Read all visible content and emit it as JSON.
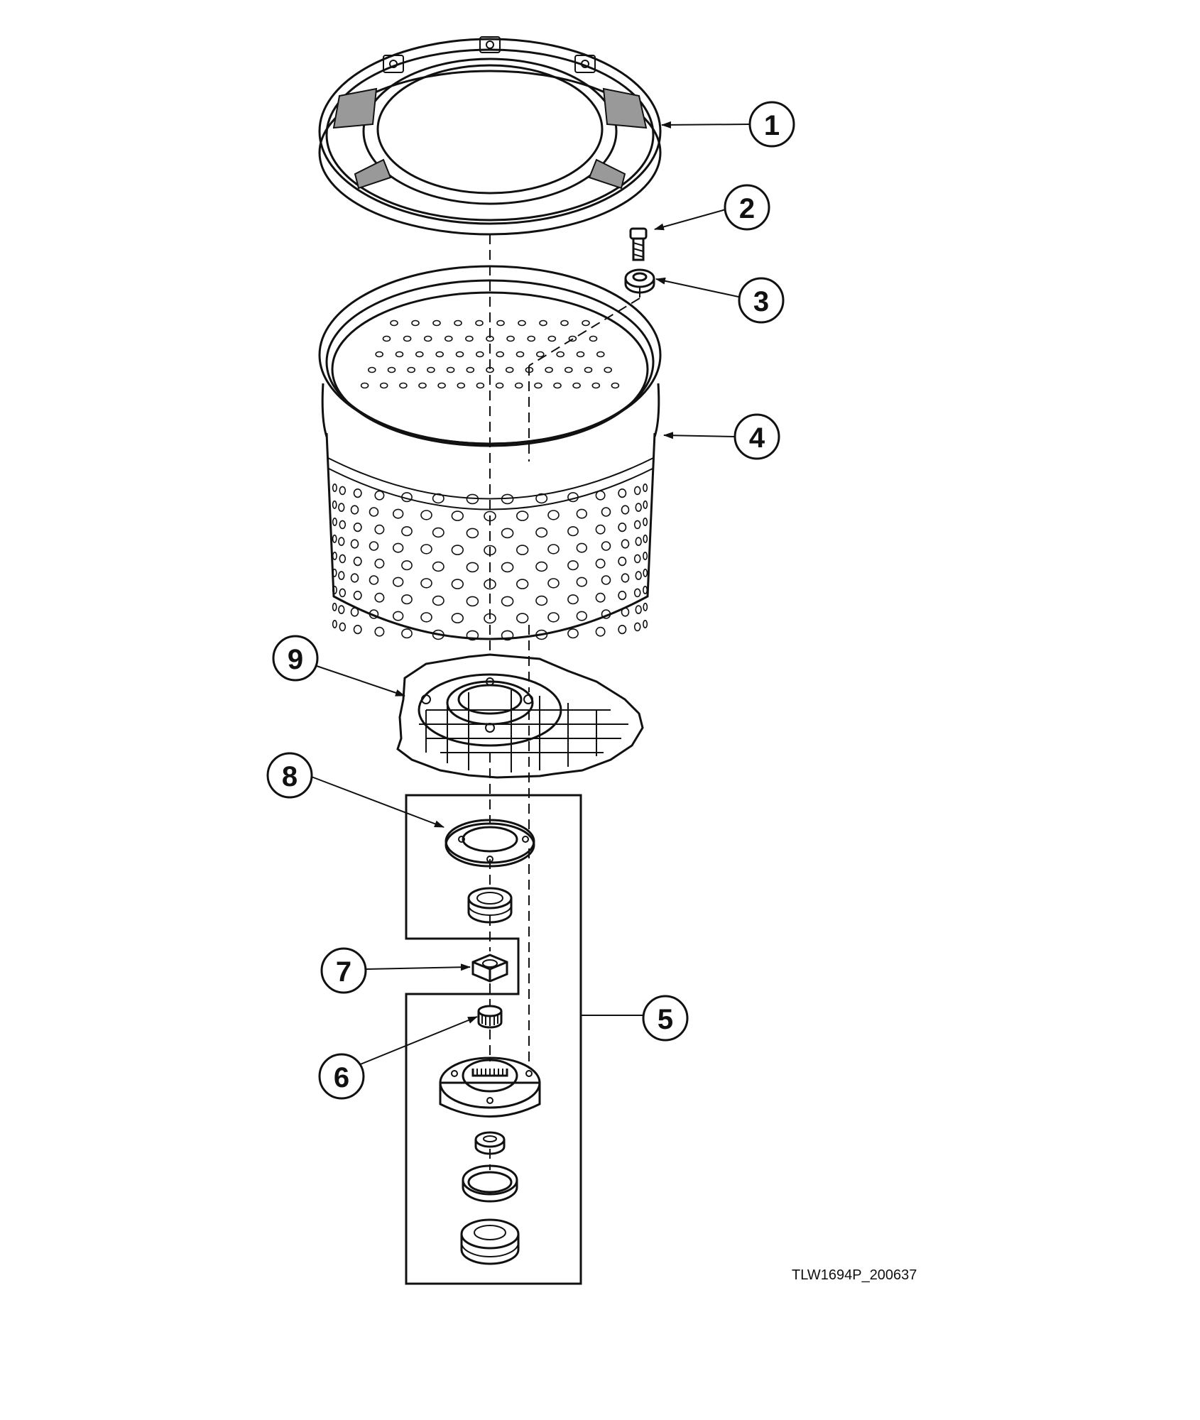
{
  "callouts": {
    "c1": "1",
    "c2": "2",
    "c3": "3",
    "c4": "4",
    "c5": "5",
    "c6": "6",
    "c7": "7",
    "c8": "8",
    "c9": "9"
  },
  "drawing_code": "TLW1694P_200637",
  "colors": {
    "line": "#111111",
    "background": "#ffffff",
    "shade": "#999999"
  }
}
